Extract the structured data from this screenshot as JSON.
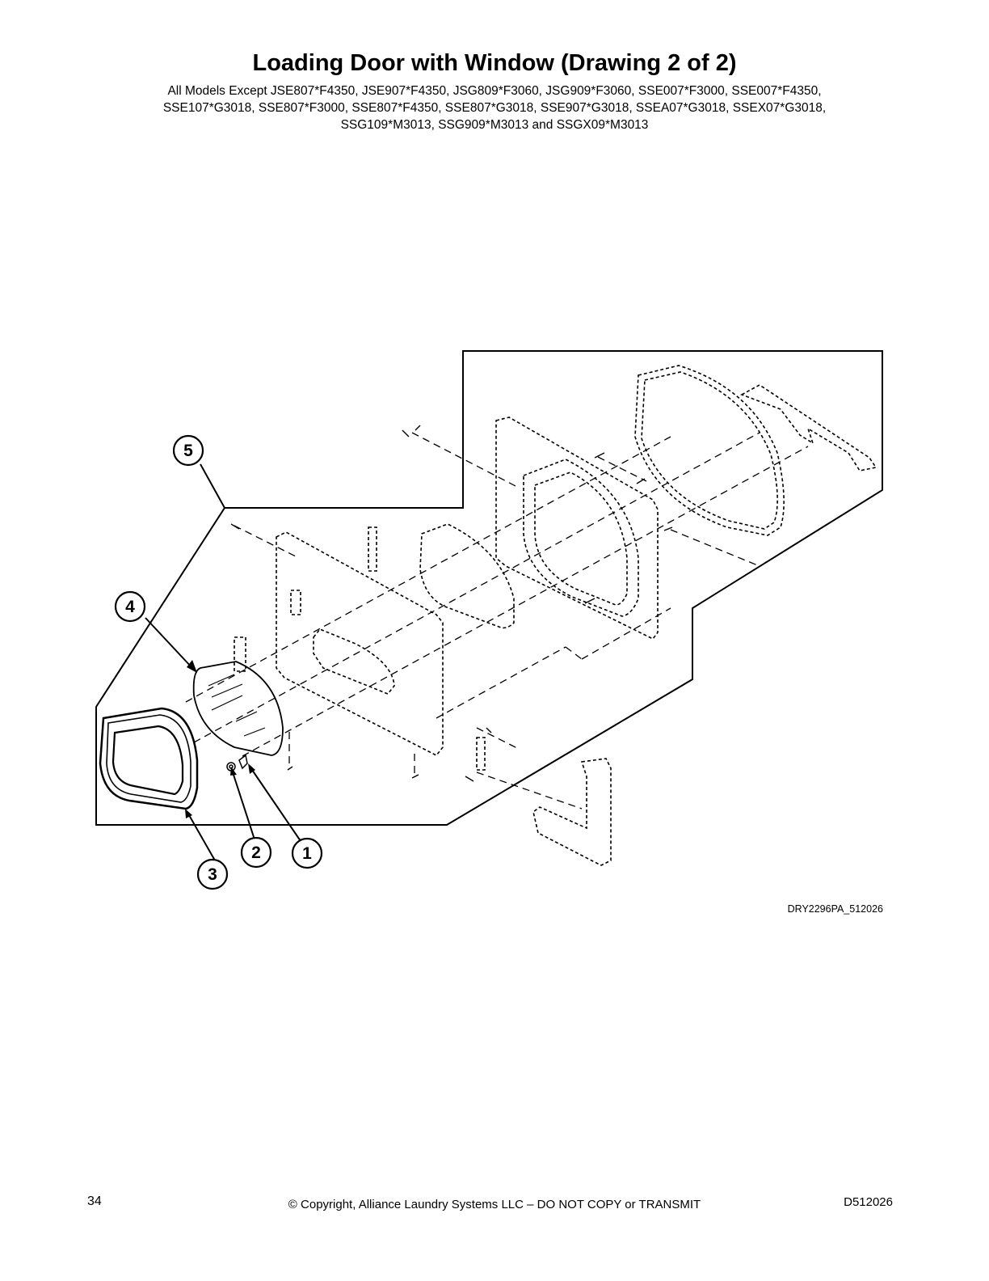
{
  "page": {
    "title": "Loading Door with Window (Drawing 2 of 2)",
    "models_lines": [
      "All Models Except JSE807*F4350, JSE907*F4350, JSG809*F3060, JSG909*F3060, SSE007*F3000, SSE007*F4350,",
      "SSE107*G3018, SSE807*F3000, SSE807*F4350, SSE807*G3018, SSE907*G3018, SSEA07*G3018, SSEX07*G3018,",
      "SSG109*M3013, SSG909*M3013 and SSGX09*M3013"
    ],
    "drawing_code": "DRY2296PA_512026",
    "page_number": "34",
    "copyright": "© Copyright, Alliance Laundry Systems LLC – DO NOT COPY or TRANSMIT",
    "doc_id": "D512026"
  },
  "diagram": {
    "callouts": [
      {
        "id": "callout-1",
        "label": "1"
      },
      {
        "id": "callout-2",
        "label": "2"
      },
      {
        "id": "callout-3",
        "label": "3"
      },
      {
        "id": "callout-4",
        "label": "4"
      },
      {
        "id": "callout-5",
        "label": "5"
      }
    ]
  }
}
